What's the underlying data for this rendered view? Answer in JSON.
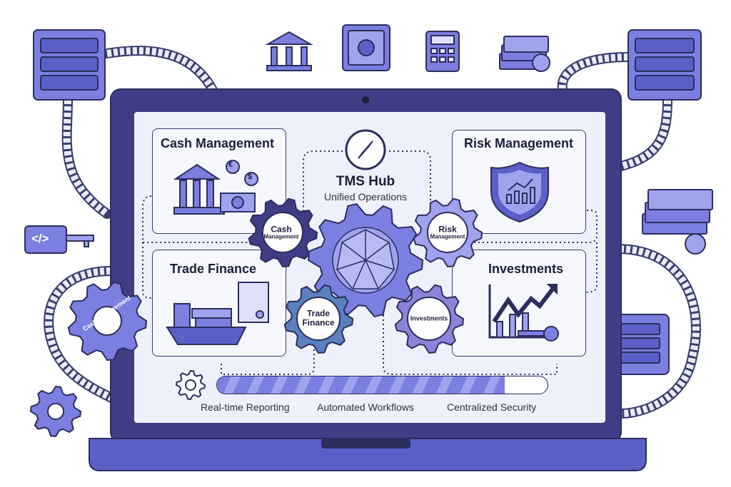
{
  "hub": {
    "title": "TMS Hub",
    "subtitle": "Unified Operations"
  },
  "modules": {
    "cash": {
      "title": "Cash Management",
      "gear_line1": "Cash",
      "gear_line2": "Management"
    },
    "risk": {
      "title": "Risk Management",
      "gear_line1": "Risk",
      "gear_line2": "Management"
    },
    "trade": {
      "title": "Trade Finance",
      "gear_line1": "Trade",
      "gear_line2": "Finance"
    },
    "investments": {
      "title": "Investments",
      "gear_label": "Investments"
    }
  },
  "side_gear_label": "Cash Management",
  "progress": {
    "percent": 87
  },
  "features": [
    "Real-time Reporting",
    "Automated Workflows",
    "Centralized Security"
  ],
  "code_icon_label": "</>",
  "currency": {
    "euro": "€",
    "dollar": "$"
  },
  "colors": {
    "frame": "#3f3d86",
    "accent": "#7b7fe0",
    "light": "#9fa3ee",
    "screen": "#eef0fb",
    "ink": "#2c2e5e"
  }
}
